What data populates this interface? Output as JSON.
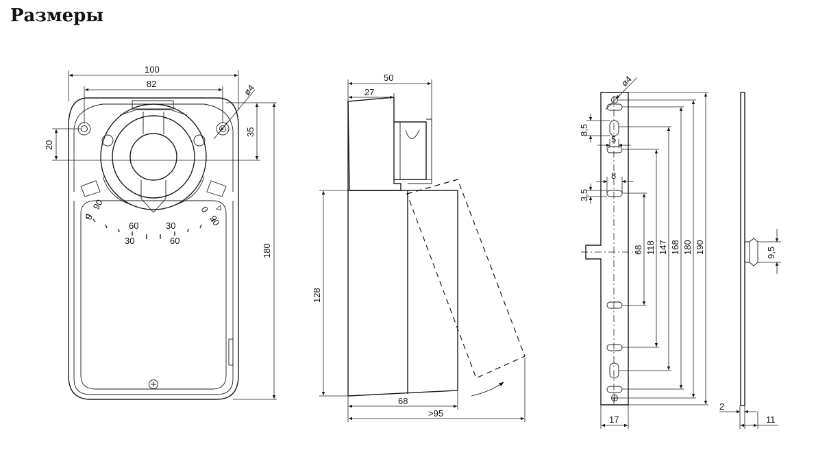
{
  "title": "Размеры",
  "front_view": {
    "dims": {
      "width_overall": "100",
      "hole_spacing": "82",
      "hole_diameter": "ø4",
      "offset_20": "20",
      "offset_35": "35",
      "height_overall": "180"
    },
    "scale": {
      "left_top": "90",
      "left_0": "0",
      "left_60": "60",
      "left_30": "30",
      "right_30": "30",
      "right_60": "60",
      "right_0": "0",
      "right_90": "90"
    }
  },
  "side_view": {
    "dims": {
      "width_50": "50",
      "width_27": "27",
      "height_128": "128",
      "depth_68": "68",
      "depth_95": ">95"
    }
  },
  "bracket_view": {
    "dims": {
      "hole_diameter": "ø4",
      "slot_8_5": "8,5",
      "slot_5": "5",
      "slot_8": "8",
      "slot_3_5": "3,5",
      "span_68": "68",
      "span_118": "118",
      "span_147": "147",
      "span_168": "168",
      "span_180": "180",
      "span_190": "190",
      "width_17": "17"
    }
  },
  "profile_view": {
    "dims": {
      "thickness_2": "2",
      "width_11": "11",
      "tab_9_5": "9,5"
    }
  }
}
